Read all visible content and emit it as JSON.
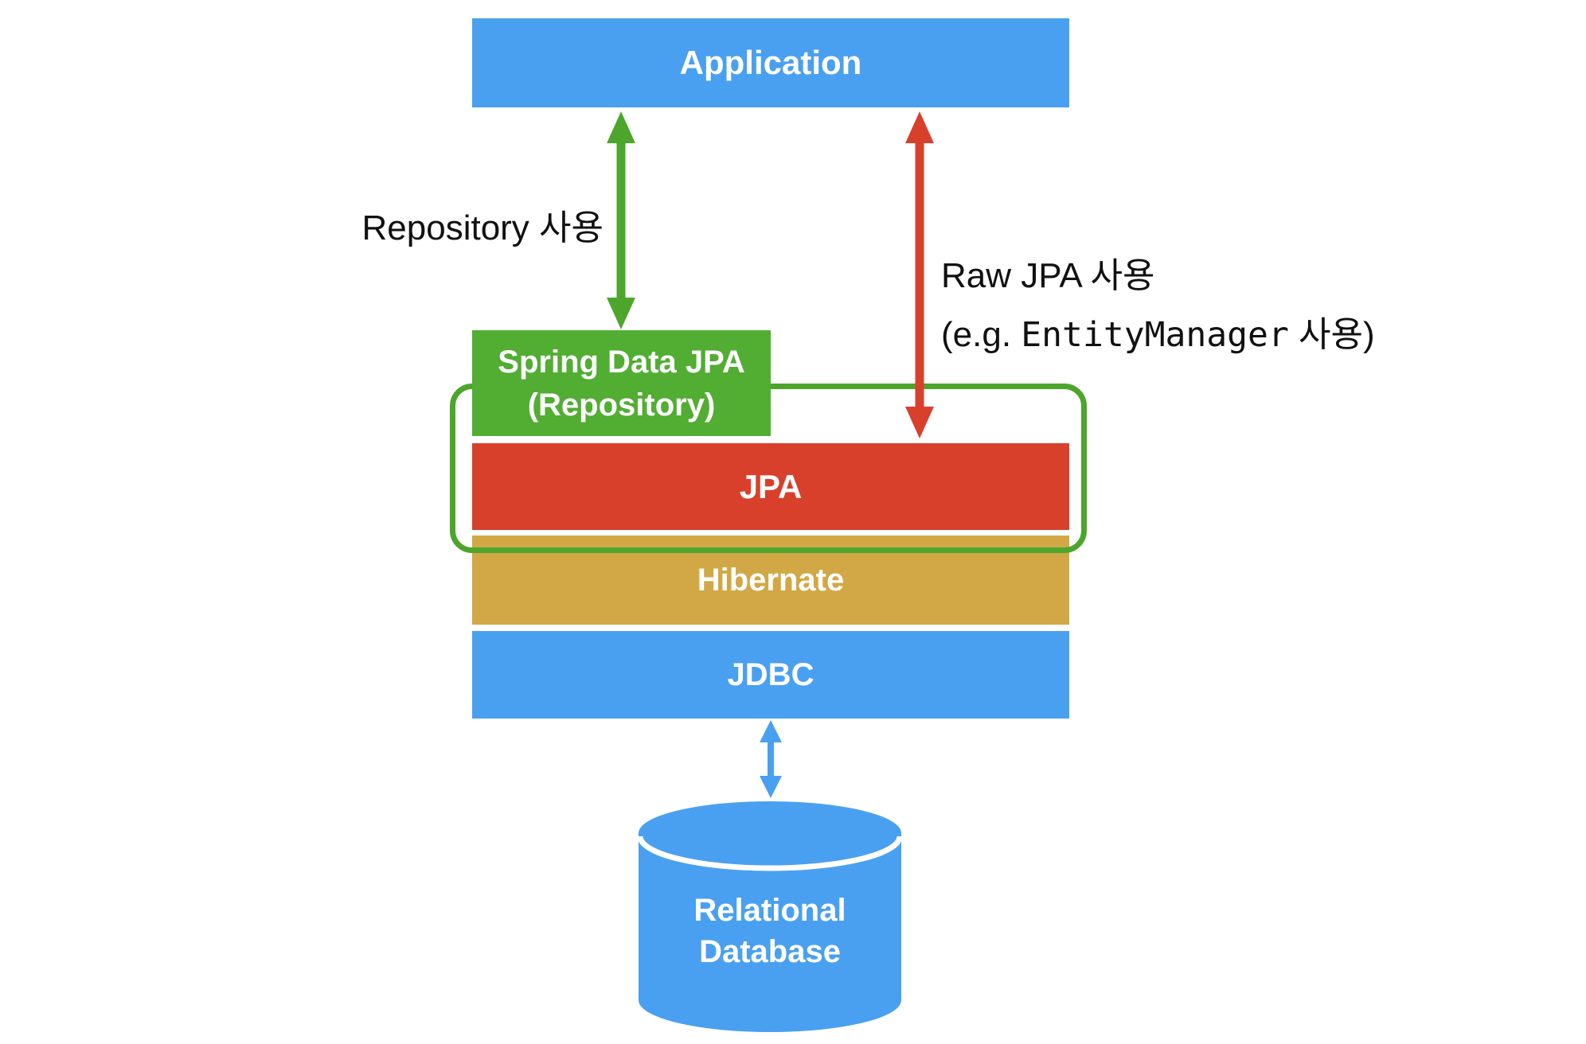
{
  "diagram": {
    "title_none": "",
    "boxes": {
      "application": {
        "label": "Application"
      },
      "spring_data_jpa": {
        "label_line1": "Spring Data JPA",
        "label_line2": "(Repository)"
      },
      "jpa": {
        "label": "JPA"
      },
      "hibernate": {
        "label": "Hibernate"
      },
      "jdbc": {
        "label": "JDBC"
      },
      "database": {
        "label_line1": "Relational",
        "label_line2": "Database"
      }
    },
    "annotations": {
      "repository_usage": "Repository 사용",
      "raw_jpa_line1": "Raw JPA 사용",
      "raw_jpa_line2_prefix": "(e.g. ",
      "raw_jpa_line2_code": "EntityManager",
      "raw_jpa_line2_suffix": " 사용)"
    },
    "colors": {
      "bg": "#ffffff",
      "blue": "#4AA0F0",
      "green_box": "#52AD33",
      "green_line": "#4CA62B",
      "red": "#D8402B",
      "gold": "#D1A845",
      "text_light": "#FFFFFF",
      "text_dark": "#111111"
    }
  }
}
